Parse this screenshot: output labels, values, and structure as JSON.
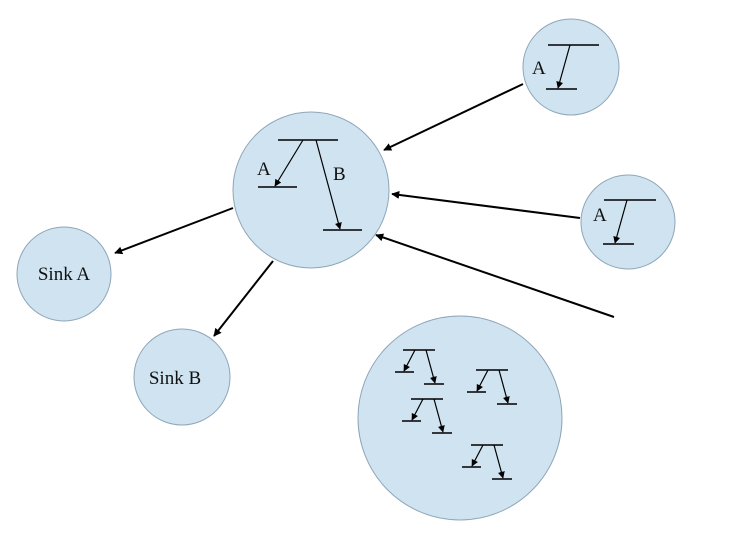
{
  "diagram": {
    "nodes": [
      {
        "id": "hub",
        "label_a": "A",
        "label_b": "B"
      },
      {
        "id": "source-top",
        "label": "A"
      },
      {
        "id": "source-mid",
        "label": "A"
      },
      {
        "id": "sink-a",
        "label": "Sink A"
      },
      {
        "id": "sink-b",
        "label": "Sink B"
      },
      {
        "id": "cluster",
        "label": ""
      }
    ]
  }
}
